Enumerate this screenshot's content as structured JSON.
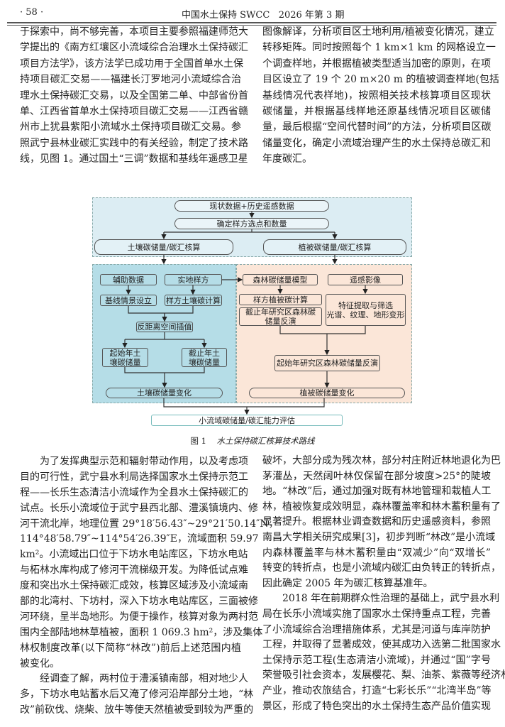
{
  "header": {
    "page_number": "· 58 ·",
    "journal": "中国水土保持 SWCC",
    "issue": "2026 年第 3 期"
  },
  "top_left": [
    "于探索中，尚不够完善，本项目主要参照福建师范大",
    "学提出的《南方红壤区小流域综合治理水土保持碳汇",
    "项目方法学》，该方法学已成功用于全国首单水土保",
    "持项目碳汇交易——福建长汀罗地河小流域综合治",
    "理水土保持碳汇交易，以及全国第二单、中部省份首",
    "单、江西省首单水土保持项目碳汇交易——江西省赣",
    "州市上犹县紫阳小流域水土保持项目碳汇交易。参",
    "照武宁县林业碳汇实践中的有关经验，制定了技术路",
    "线，见图 1。通过国土“三调”数据和基线年遥感卫星"
  ],
  "top_right": [
    "图像解译，分析项目区土地利用/植被变化情况，建立",
    "转移矩阵。同时按照每个 1 km×1 km 的网格设立一",
    "个调查样地，并根据植被类型适当加密的原则，在项",
    "目区设立了 19 个 20 m×20 m 的植被调查样地(包括",
    "基线情况代表样地)，按照相关技术核算项目区现状",
    "碳储量，并根据基线样地还原基线情况项目区碳储",
    "量，最后根据“空间代替时间”的方法，分析项目区碳",
    "储量变化，确定小流域治理产生的水土保持总碳汇和",
    "年度碳汇。"
  ],
  "figure": {
    "caption_num": "图 1",
    "caption_text": "水土保持碳汇核算技术路线",
    "n1": "现状数据+历史遥感数据",
    "n2": "确定样方选点和数量",
    "soil": "土壤碳储量/碳汇核算",
    "veg": "植被碳储量/碳汇核算",
    "aux": "辅助数据",
    "field": "实地样方",
    "baseline": "基线情景设立",
    "soil_calc": "样方土壤碳计算",
    "idw": "反距离空间插值",
    "soil_start": "起始年土壤碳储量",
    "soil_end": "截止年土壤碳储量",
    "soil_change": "土壤碳储量变化",
    "forest_model": "森林碳储量模型",
    "rs": "遥感影像",
    "veg_calc": "样方植被碳计算",
    "end_inv": "截止年研究区森林碳储量反演",
    "feat1": "特征提取与筛选",
    "feat2": "光谱、纹理、地形变形",
    "start_inv": "起始年研究区森林碳储量反演",
    "veg_change": "植被碳储量变化",
    "final": "小流域碳储量/碳汇能力评估"
  },
  "bottom_left": [
    "为了发挥典型示范和辐射带动作用，以及考虑项",
    "目的可行性，武宁县水利局选择国家水土保持示范工",
    "程——长乐生态清洁小流域作为全县水土保持碳汇的",
    "试点。长乐小流域位于武宁县西北部、澧溪镇境内、修",
    "河干流北岸，地理位置 29°18′56.43″~29°21′50.14″N，",
    "114°48′58.79″~114°54′26.39″E，流域面积 59.97",
    "km²。小流域出口位于下坊水电站库区，下坊水电站",
    "与柘林水库构成了修河干流梯级开发。为降低试点难",
    "度和突出水土保持碳汇成效，核算区域涉及小流域南",
    "部的北湾村、下坊村，深入下坊水电站库区，三面被修",
    "河环绕，呈半岛地形。为便于操作，核算对象为两村范",
    "围内全部陆地林草植被，面积 1 069.3 hm²，涉及集体",
    "林权制度改革(以下简称“林改”)前后上述范围内植",
    "被变化。",
    "经调查了解，两村位于澧溪镇南部，相对地少人",
    "多，下坊水电站蓄水后又淹了修河沿岸部分土地，“林",
    "改”前砍伐、烧柴、放牛等使天然植被受到较为严重的"
  ],
  "bottom_right": [
    "破坏，大部分成为残次林，部分村庄附近林地退化为巴",
    "茅灌丛，天然阔叶林仅保留在部分坡度>25°的陡坡",
    "地。“林改”后，通过加强对既有林地管理和栽植人工",
    "林，植被恢复成效明显，森林覆盖率和林木蓄积量有了",
    "显著提升。根据林业调查数据和历史遥感资料，参照",
    "南昌大学相关研究成果[3]，初步判断“林改”是小流域",
    "内森林覆盖率与林木蓄积量由“双减少”向“双增长”",
    "转变的转折点，也是小流域内碳汇由负转正的转折点，",
    "因此确定 2005 年为碳汇核算基准年。",
    "2018 年在前期群众性治理的基础上，武宁县水利",
    "局在长乐小流域实施了国家水土保持重点工程，完善",
    "了小流域综合治理措施体系，尤其是河道与库岸防护",
    "工程，并取得了显著成效，使其成功入选第二批国家水",
    "土保持示范工程(生态清洁小流域)，并通过“国”字号",
    "荣誉吸引社会资本，发展樱花、梨、油茶、紫薇等经济林",
    "产业，推动农旅结合，打造“七彩长乐”“北湾半岛”等",
    "景区，形成了特色突出的水土保持生态产品价值实现"
  ],
  "colors": {
    "top_band": "#dcedf3",
    "soil_panel": "#b5dde7",
    "veg_panel": "#fbe6d8"
  }
}
